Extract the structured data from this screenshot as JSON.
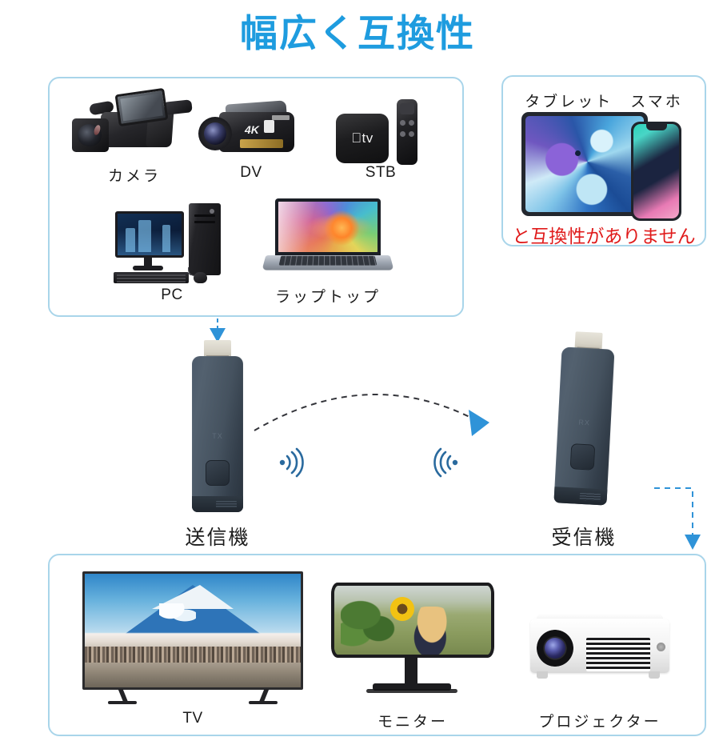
{
  "title": "幅広く互換性",
  "colors": {
    "title_blue": "#1e9cdf",
    "panel_border": "#a9d5ea",
    "arrow_blue": "#2f93d8",
    "wifi_blue": "#2a6a9e",
    "warning_red": "#e01b1b",
    "dongle_body": "#45525f"
  },
  "sources_panel": {
    "name": "input-sources",
    "devices": [
      {
        "id": "camera",
        "label": "カメラ",
        "icon": "camcorder-pro-icon"
      },
      {
        "id": "dv",
        "label": "DV",
        "icon": "camcorder-dv-icon"
      },
      {
        "id": "stb",
        "label": "STB",
        "icon": "set-top-box-icon"
      },
      {
        "id": "pc",
        "label": "PC",
        "icon": "desktop-computer-icon"
      },
      {
        "id": "laptop",
        "label": "ラップトップ",
        "icon": "laptop-icon"
      }
    ]
  },
  "mobile_panel": {
    "name": "incompatible-devices",
    "header": "タブレット　スマホ",
    "warning": "と互換性がありません",
    "devices": [
      {
        "id": "tablet",
        "label": "タブレット",
        "icon": "tablet-icon"
      },
      {
        "id": "phone",
        "label": "スマホ",
        "icon": "smartphone-icon"
      }
    ]
  },
  "transmitter": {
    "label": "送信機",
    "icon": "hdmi-dongle-icon"
  },
  "receiver": {
    "label": "受信機",
    "icon": "hdmi-dongle-icon"
  },
  "wireless": {
    "left_signal": "wifi-signal-right-icon",
    "right_signal": "wifi-signal-left-icon"
  },
  "outputs_panel": {
    "name": "output-displays",
    "devices": [
      {
        "id": "tv",
        "label": "TV",
        "icon": "television-icon"
      },
      {
        "id": "monitor",
        "label": "モニター",
        "icon": "monitor-icon"
      },
      {
        "id": "projector",
        "label": "プロジェクター",
        "icon": "projector-icon"
      }
    ]
  }
}
